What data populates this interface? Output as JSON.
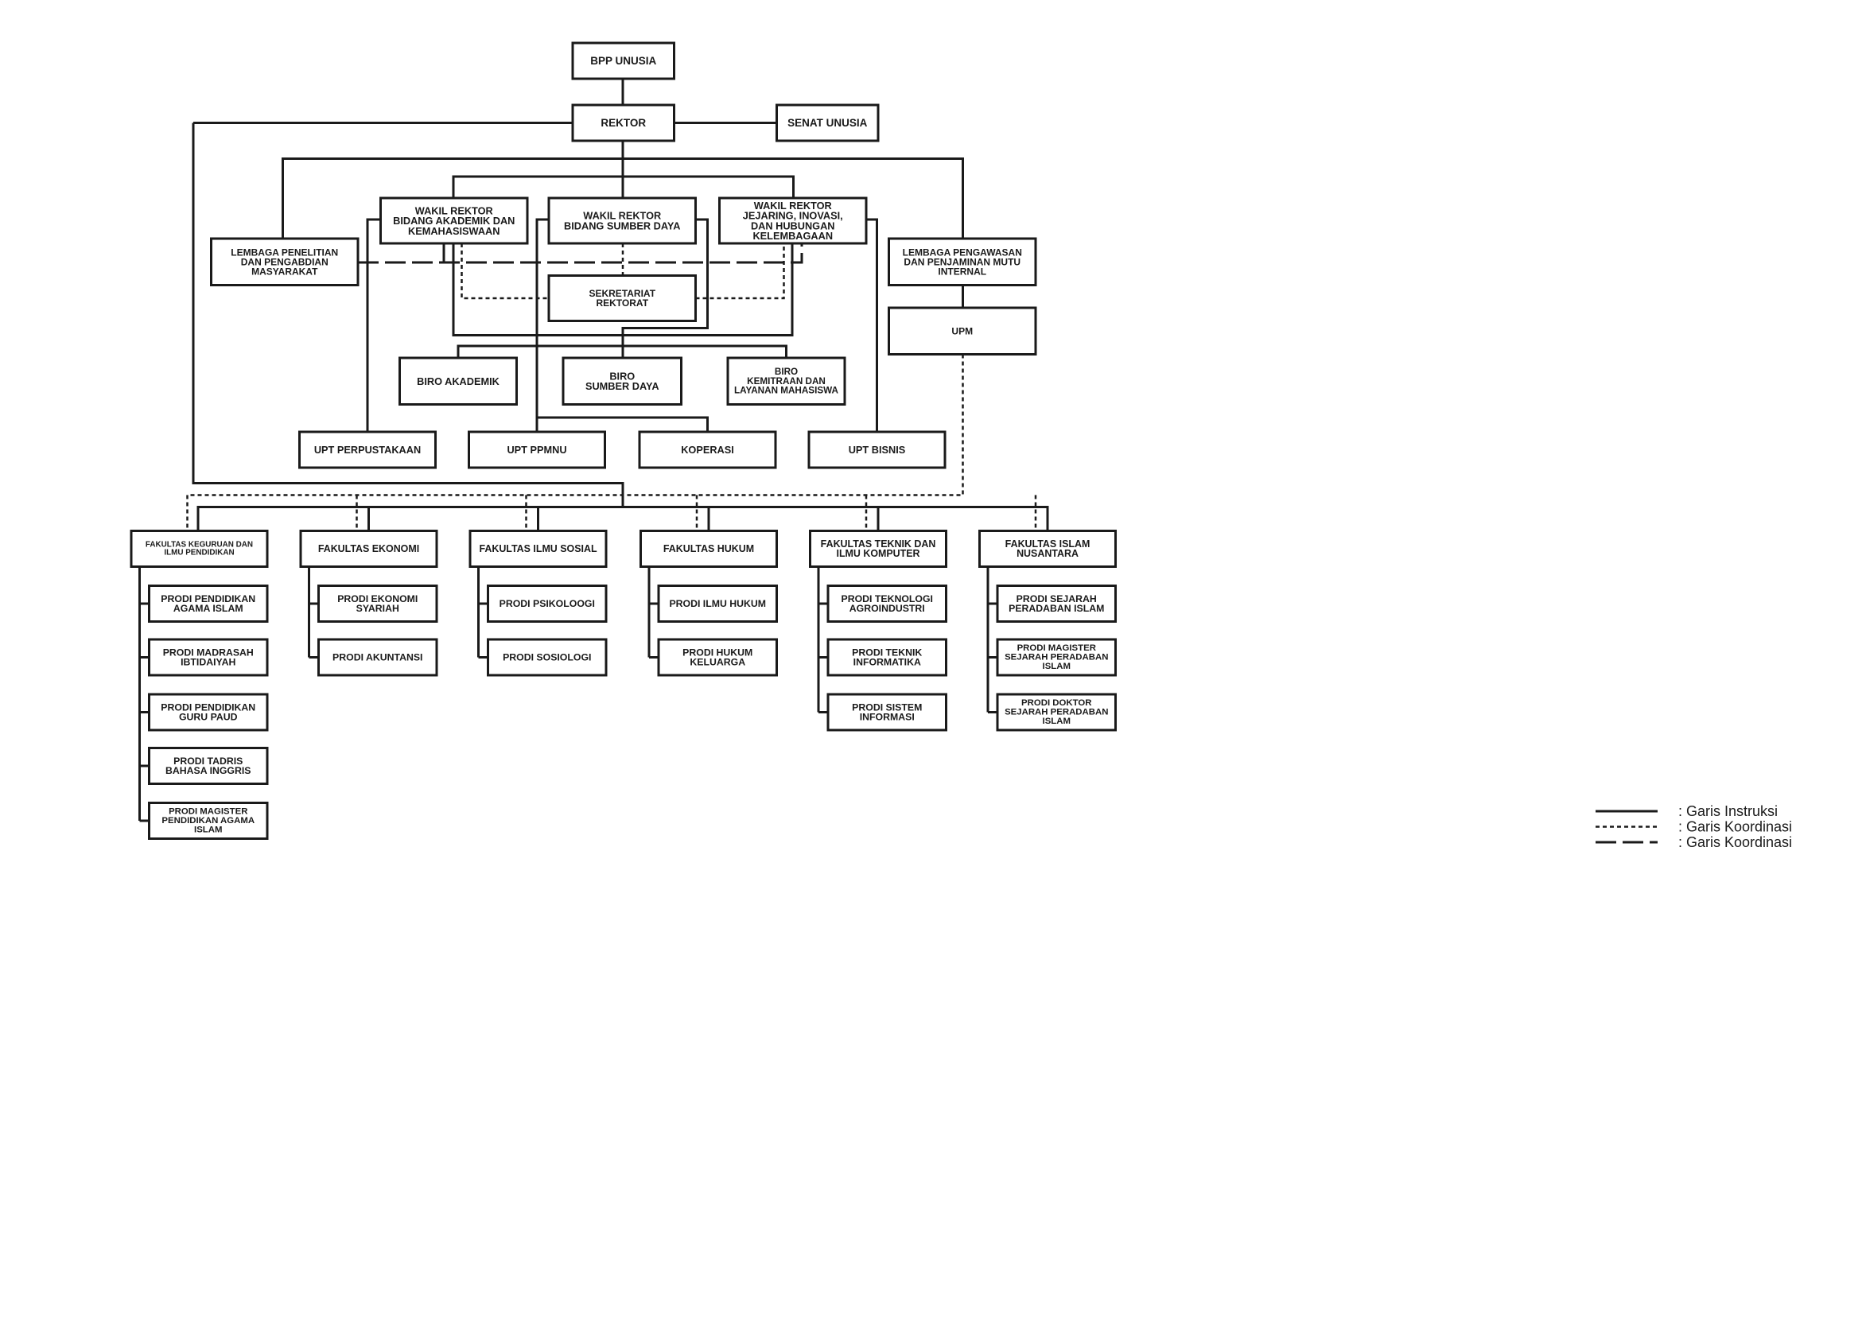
{
  "nodes": {
    "bpp": "BPP UNUSIA",
    "rektor": "REKTOR",
    "senat": "SENAT UNUSIA",
    "wr1": [
      "WAKIL REKTOR",
      "BIDANG AKADEMIK DAN",
      "KEMAHASISWAAN"
    ],
    "wr2": [
      "WAKIL REKTOR",
      "BIDANG SUMBER DAYA"
    ],
    "wr3": [
      "WAKIL REKTOR",
      "JEJARING, INOVASI,",
      "DAN HUBUNGAN",
      "KELEMBAGAAN"
    ],
    "lppm": [
      "LEMBAGA PENELITIAN",
      "DAN PENGABDIAN",
      "MASYARAKAT"
    ],
    "lppmi": [
      "LEMBAGA PENGAWASAN",
      "DAN PENJAMINAN MUTU",
      "INTERNAL"
    ],
    "sekretariat": [
      "SEKRETARIAT",
      "REKTORAT"
    ],
    "upm": "UPM",
    "biro_akademik": "BIRO AKADEMIK",
    "biro_sd": [
      "BIRO",
      "SUMBER DAYA"
    ],
    "biro_kemitraan": [
      "BIRO",
      "KEMITRAAN DAN",
      "LAYANAN MAHASISWA"
    ],
    "upt_perpustakaan": "UPT PERPUSTAKAAN",
    "upt_ppmnu": "UPT PPMNU",
    "koperasi": "KOPERASI",
    "upt_bisnis": "UPT BISNIS"
  },
  "faculties": [
    {
      "name": [
        "FAKULTAS KEGURUAN DAN",
        "ILMU PENDIDIKAN"
      ],
      "prodi": [
        [
          "PRODI PENDIDIKAN",
          "AGAMA ISLAM"
        ],
        [
          "PRODI MADRASAH",
          "IBTIDAIYAH"
        ],
        [
          "PRODI PENDIDIKAN",
          "GURU PAUD"
        ],
        [
          "PRODI TADRIS",
          "BAHASA INGGRIS"
        ],
        [
          "PRODI MAGISTER",
          "PENDIDIKAN AGAMA",
          "ISLAM"
        ]
      ]
    },
    {
      "name": [
        "FAKULTAS EKONOMI"
      ],
      "prodi": [
        [
          "PRODI EKONOMI",
          "SYARIAH"
        ],
        [
          "PRODI AKUNTANSI"
        ]
      ]
    },
    {
      "name": [
        "FAKULTAS ILMU SOSIAL"
      ],
      "prodi": [
        [
          "PRODI PSIKOLOOGI"
        ],
        [
          "PRODI SOSIOLOGI"
        ]
      ]
    },
    {
      "name": [
        "FAKULTAS HUKUM"
      ],
      "prodi": [
        [
          "PRODI ILMU HUKUM"
        ],
        [
          "PRODI HUKUM",
          "KELUARGA"
        ]
      ]
    },
    {
      "name": [
        "FAKULTAS TEKNIK DAN",
        "ILMU KOMPUTER"
      ],
      "prodi": [
        [
          "PRODI TEKNOLOGI",
          "AGROINDUSTRI"
        ],
        [
          "PRODI TEKNIK",
          "INFORMATIKA"
        ],
        [
          "PRODI SISTEM",
          "INFORMASI"
        ]
      ]
    },
    {
      "name": [
        "FAKULTAS ISLAM",
        "NUSANTARA"
      ],
      "prodi": [
        [
          "PRODI SEJARAH",
          "PERADABAN ISLAM"
        ],
        [
          "PRODI MAGISTER",
          "SEJARAH PERADABAN",
          "ISLAM"
        ],
        [
          "PRODI DOKTOR",
          "SEJARAH PERADABAN",
          "ISLAM"
        ]
      ]
    }
  ],
  "legend": [
    {
      "style": "solid",
      "label": ": Garis Instruksi"
    },
    {
      "style": "dotted",
      "label": ": Garis Koordinasi"
    },
    {
      "style": "dashed",
      "label": ": Garis Koordinasi"
    }
  ]
}
